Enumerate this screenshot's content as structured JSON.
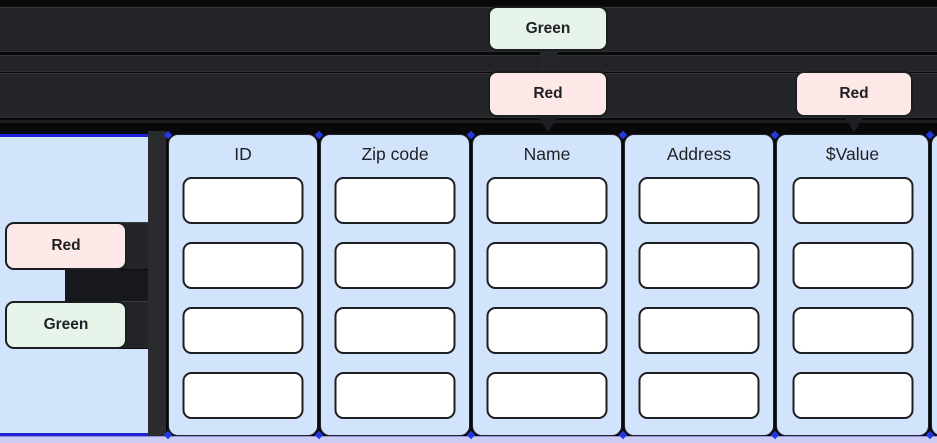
{
  "diagram": {
    "top_badges": [
      {
        "label": "Green",
        "color": "green"
      },
      {
        "label": "Red",
        "color": "red"
      },
      {
        "label": "Red",
        "color": "red"
      }
    ],
    "left_badges": [
      {
        "label": "Red",
        "color": "red"
      },
      {
        "label": "Green",
        "color": "green"
      }
    ],
    "table": {
      "rows_per_column": 4,
      "columns": [
        {
          "header": "ID",
          "cells": [
            "",
            "",
            "",
            ""
          ]
        },
        {
          "header": "Zip code",
          "cells": [
            "",
            "",
            "",
            ""
          ]
        },
        {
          "header": "Name",
          "cells": [
            "",
            "",
            "",
            ""
          ]
        },
        {
          "header": "Address",
          "cells": [
            "",
            "",
            "",
            ""
          ]
        },
        {
          "header": "$Value",
          "cells": [
            "",
            "",
            "",
            ""
          ]
        }
      ]
    },
    "colors": {
      "badge_green": "#e6f4ea",
      "badge_red": "#fce8e6",
      "panel_blue": "#d2e3fc",
      "bottom_strip": "#ccccf4",
      "selection_blue": "#2020d8",
      "handle_blue": "#2438e0",
      "canvas_black": "#09090a",
      "bar_dark": "#232528",
      "text": "#202124"
    }
  }
}
